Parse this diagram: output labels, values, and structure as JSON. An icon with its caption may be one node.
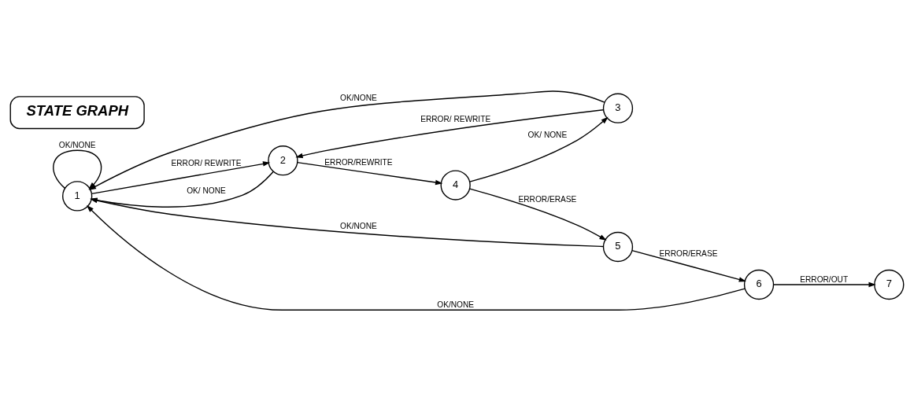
{
  "diagram": {
    "nodes": [
      {
        "text": [
          "1"
        ]
      },
      {
        "text": [
          "2"
        ]
      },
      {
        "text": [
          "3"
        ]
      },
      {
        "text": [
          "4"
        ]
      },
      {
        "text": [
          "5"
        ]
      },
      {
        "text": [
          "6"
        ]
      },
      {
        "text": [
          "7"
        ]
      },
      {
        "text": [
          "STATE GRAPH"
        ]
      }
    ],
    "edges": [
      {
        "from": 0,
        "to": 0,
        "arrow": "to",
        "label": "OK/NONE"
      },
      {
        "from": 0,
        "to": 1,
        "arrow": "to",
        "label": "ERROR/ REWRITE"
      },
      {
        "from": 1,
        "to": 0,
        "arrow": "to",
        "label": "OK/ NONE"
      },
      {
        "from": 1,
        "to": 3,
        "arrow": "to",
        "label": "ERROR/REWRITE"
      },
      {
        "from": 3,
        "to": 2,
        "arrow": "to",
        "label": "OK/ NONE"
      },
      {
        "from": 2,
        "to": 1,
        "arrow": "to",
        "label": "ERROR/ REWRITE"
      },
      {
        "from": 2,
        "to": 0,
        "arrow": "to",
        "label": "OK/NONE"
      },
      {
        "from": 3,
        "to": 4,
        "arrow": "to",
        "label": "ERROR/ERASE"
      },
      {
        "from": 4,
        "to": 0,
        "arrow": "to",
        "label": "OK/NONE"
      },
      {
        "from": 4,
        "to": 5,
        "arrow": "to",
        "label": "ERROR/ERASE"
      },
      {
        "from": 5,
        "to": 6,
        "arrow": "to",
        "label": "ERROR/OUT"
      },
      {
        "from": 5,
        "to": 0,
        "arrow": "to",
        "label": "OK/NONE"
      }
    ]
  }
}
